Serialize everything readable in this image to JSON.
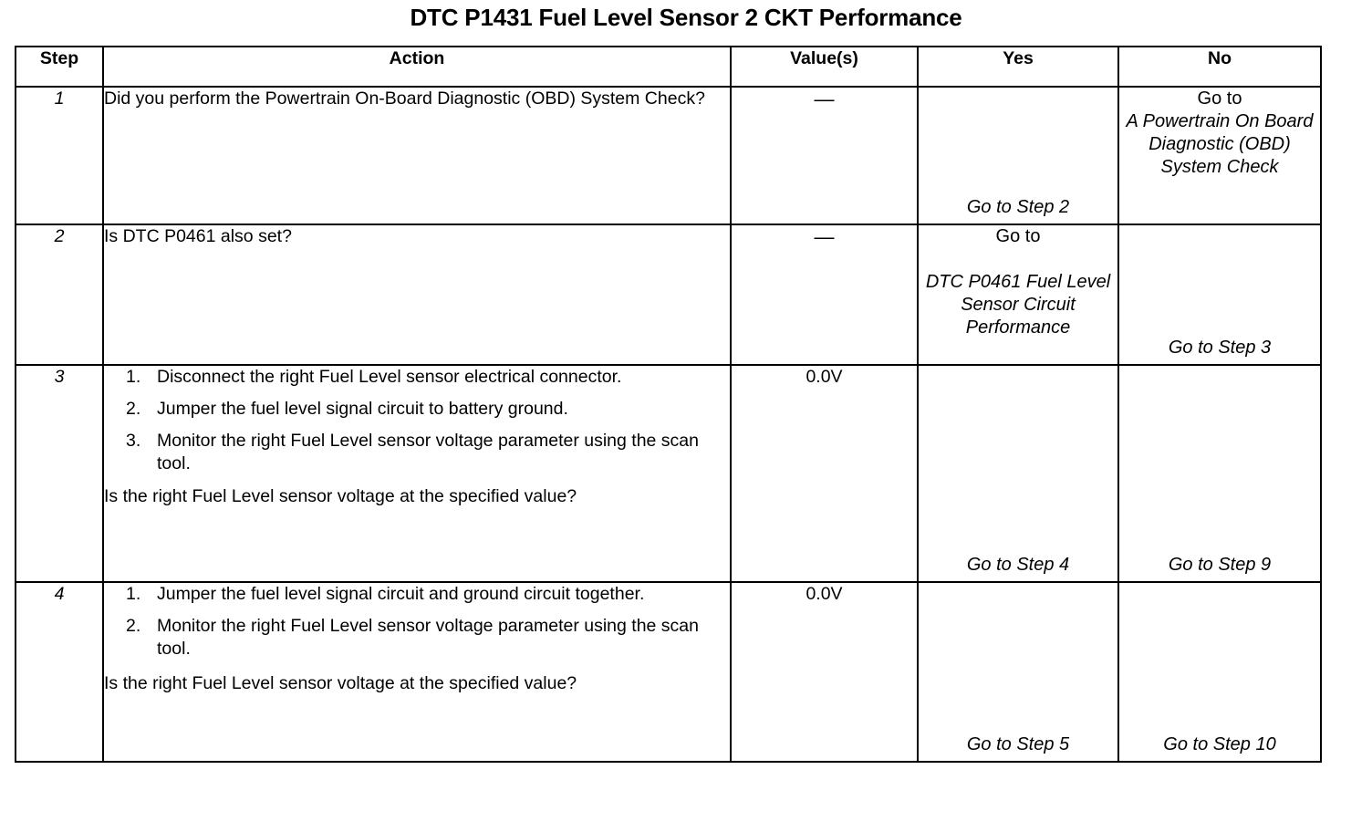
{
  "document": {
    "title": "DTC P1431 Fuel Level Sensor 2 CKT Performance"
  },
  "table": {
    "headers": {
      "step": "Step",
      "action": "Action",
      "value": "Value(s)",
      "yes": "Yes",
      "no": "No"
    },
    "rows": [
      {
        "step": "1",
        "action_intro": "Did you perform the Powertrain On-Board Diagnostic (OBD) System Check?",
        "action_items": [],
        "action_question": "",
        "value": "—",
        "yes_lead": "",
        "yes_text": "Go to Step 2",
        "no_lead": "Go to ",
        "no_text": "A Powertrain On Board Diagnostic (OBD) System Check"
      },
      {
        "step": "2",
        "action_intro": "Is DTC P0461 also set?",
        "action_items": [],
        "action_question": "",
        "value": "—",
        "yes_lead": "Go to",
        "yes_text": "DTC P0461 Fuel Level Sensor Circuit Performance",
        "no_lead": "",
        "no_text": "Go to Step 3"
      },
      {
        "step": "3",
        "action_intro": "",
        "action_items": [
          "Disconnect the right Fuel Level sensor electrical connector.",
          "Jumper the fuel level signal circuit to battery ground.",
          "Monitor the right Fuel Level sensor voltage parameter using the scan tool."
        ],
        "action_question": "Is the right Fuel Level sensor voltage at the specified value?",
        "value": "0.0V",
        "yes_lead": "",
        "yes_text": "Go to Step 4",
        "no_lead": "",
        "no_text": "Go to Step 9"
      },
      {
        "step": "4",
        "action_intro": "",
        "action_items": [
          "Jumper the fuel level signal circuit and ground circuit together.",
          "Monitor the right Fuel Level sensor voltage parameter using the scan tool."
        ],
        "action_question": "Is the right Fuel Level sensor voltage at the specified value?",
        "value": "0.0V",
        "yes_lead": "",
        "yes_text": "Go to Step 5",
        "no_lead": "",
        "no_text": "Go to Step 10"
      }
    ]
  }
}
